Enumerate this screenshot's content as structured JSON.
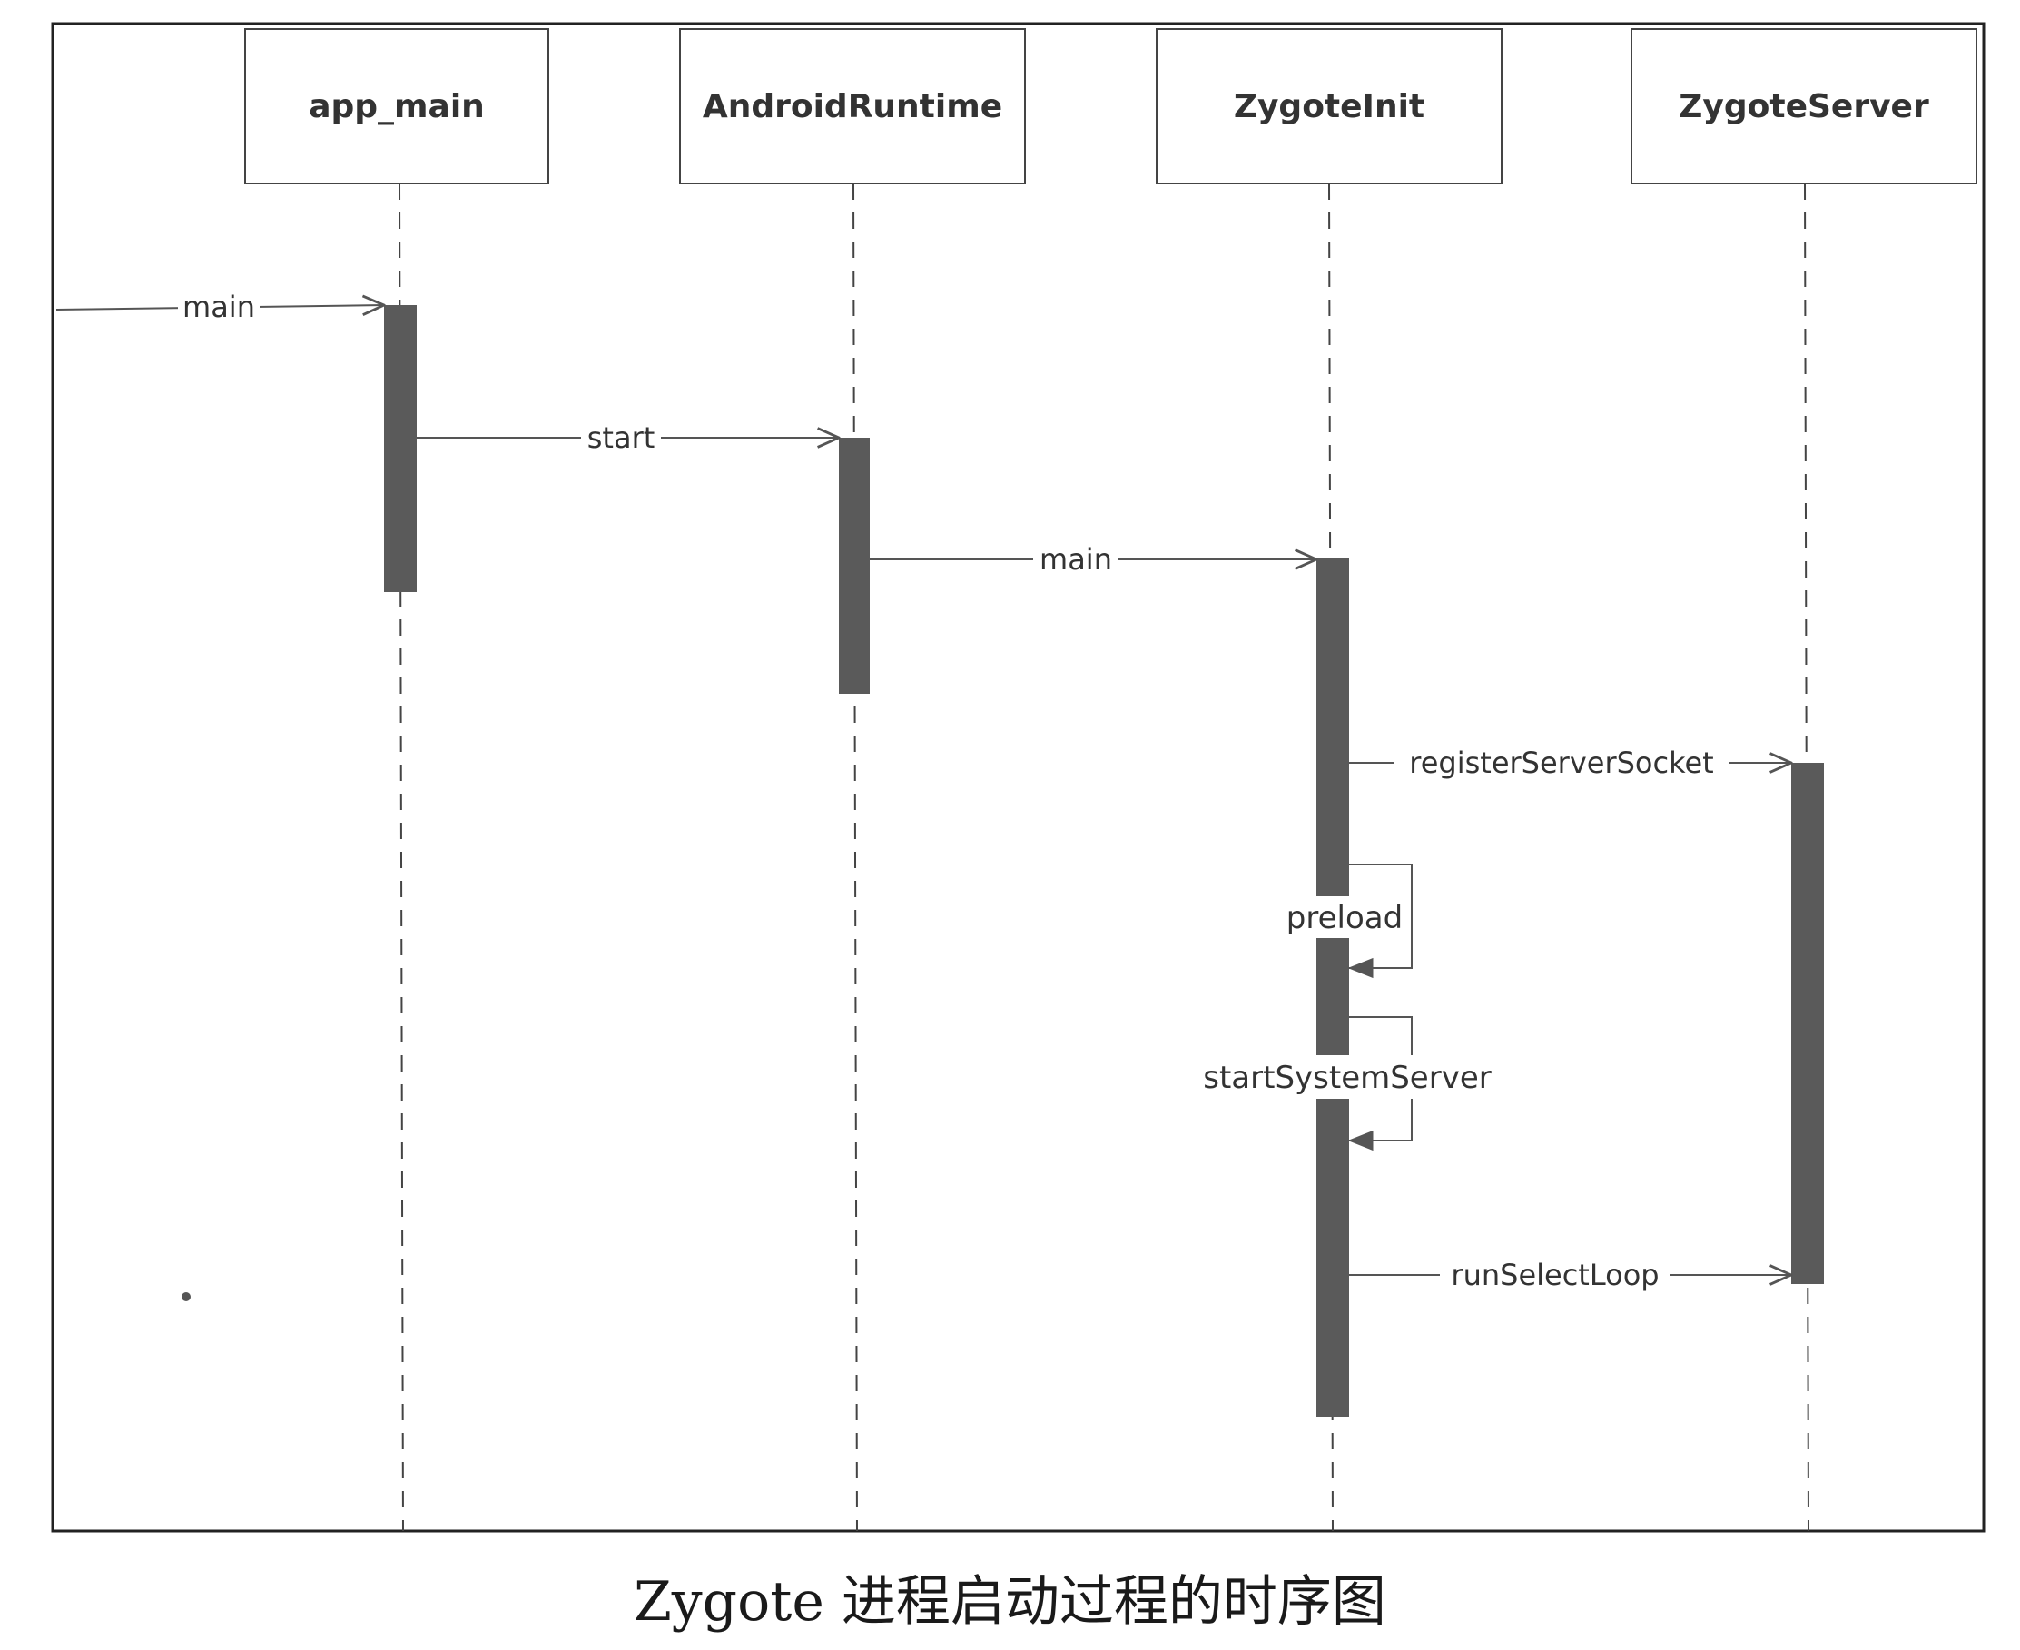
{
  "diagram": {
    "type": "sequence",
    "participants": [
      {
        "id": "app_main",
        "label": "app_main"
      },
      {
        "id": "AndroidRuntime",
        "label": "AndroidRuntime"
      },
      {
        "id": "ZygoteInit",
        "label": "ZygoteInit"
      },
      {
        "id": "ZygoteServer",
        "label": "ZygoteServer"
      }
    ],
    "messages": [
      {
        "from": "external",
        "to": "app_main",
        "label": "main",
        "kind": "call"
      },
      {
        "from": "app_main",
        "to": "AndroidRuntime",
        "label": "start",
        "kind": "call"
      },
      {
        "from": "AndroidRuntime",
        "to": "ZygoteInit",
        "label": "main",
        "kind": "call"
      },
      {
        "from": "ZygoteInit",
        "to": "ZygoteServer",
        "label": "registerServerSocket",
        "kind": "call"
      },
      {
        "from": "ZygoteInit",
        "to": "ZygoteInit",
        "label": "preload",
        "kind": "self"
      },
      {
        "from": "ZygoteInit",
        "to": "ZygoteInit",
        "label": "startSystemServer",
        "kind": "self"
      },
      {
        "from": "ZygoteInit",
        "to": "ZygoteServer",
        "label": "runSelectLoop",
        "kind": "call"
      }
    ],
    "colors": {
      "activation": "#5a5a5a",
      "line": "#555555",
      "frame": "#222222",
      "box_border": "#444444"
    }
  },
  "caption": "Zygote 进程启动过程的时序图"
}
